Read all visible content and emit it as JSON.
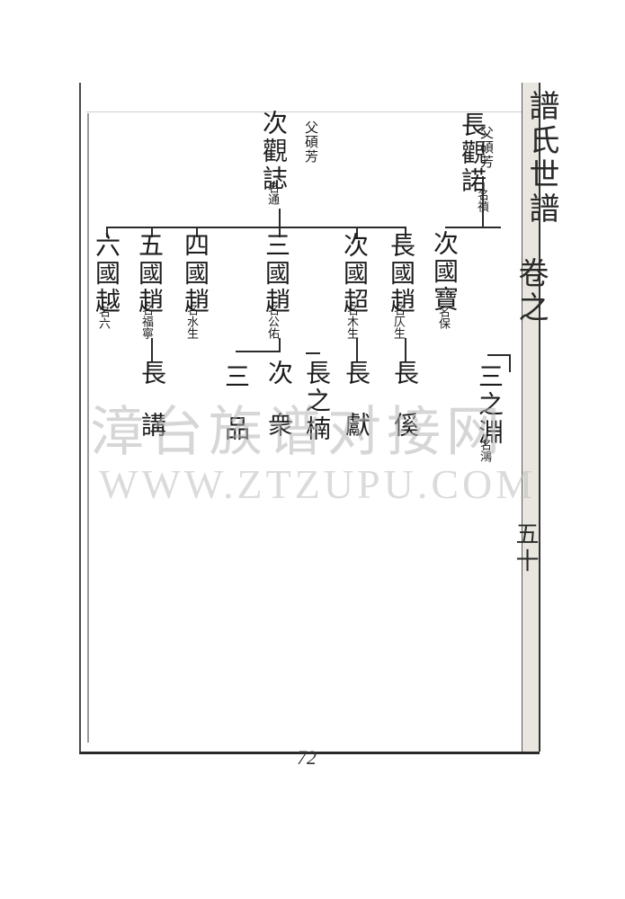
{
  "edge_text": {
    "top": "譜氏世譜",
    "middle": "卷之",
    "bottom": "五十"
  },
  "generation_1": [
    {
      "father": "父碩芳",
      "name": "長觀諾",
      "note": "名禎"
    },
    {
      "father": "父碩芳",
      "name": "次觀誌",
      "note": "名通"
    }
  ],
  "generation_2": [
    {
      "name": "次國寶",
      "note": "名保"
    },
    {
      "name": "長國趙",
      "note": "名仄生"
    },
    {
      "name": "次國超",
      "note": "名木生"
    },
    {
      "name": "三國趙",
      "note": "名公佑"
    },
    {
      "name": "四國趙",
      "note": "名水生"
    },
    {
      "name": "五國趙",
      "note": "名福寧"
    },
    {
      "name": "六國越",
      "note": "名六"
    }
  ],
  "generation_3": [
    {
      "name": "三之淵",
      "note": "名鴻"
    },
    {
      "name": "長傒"
    },
    {
      "name": "長獻"
    },
    {
      "name": "長之楠"
    },
    {
      "name": "次衆"
    },
    {
      "name": "三品"
    },
    {
      "name": "長講"
    }
  ],
  "watermark": {
    "line1": "漳台族谱对接网",
    "line2": "WWW.ZTZUPU.COM"
  },
  "page_number": "72"
}
